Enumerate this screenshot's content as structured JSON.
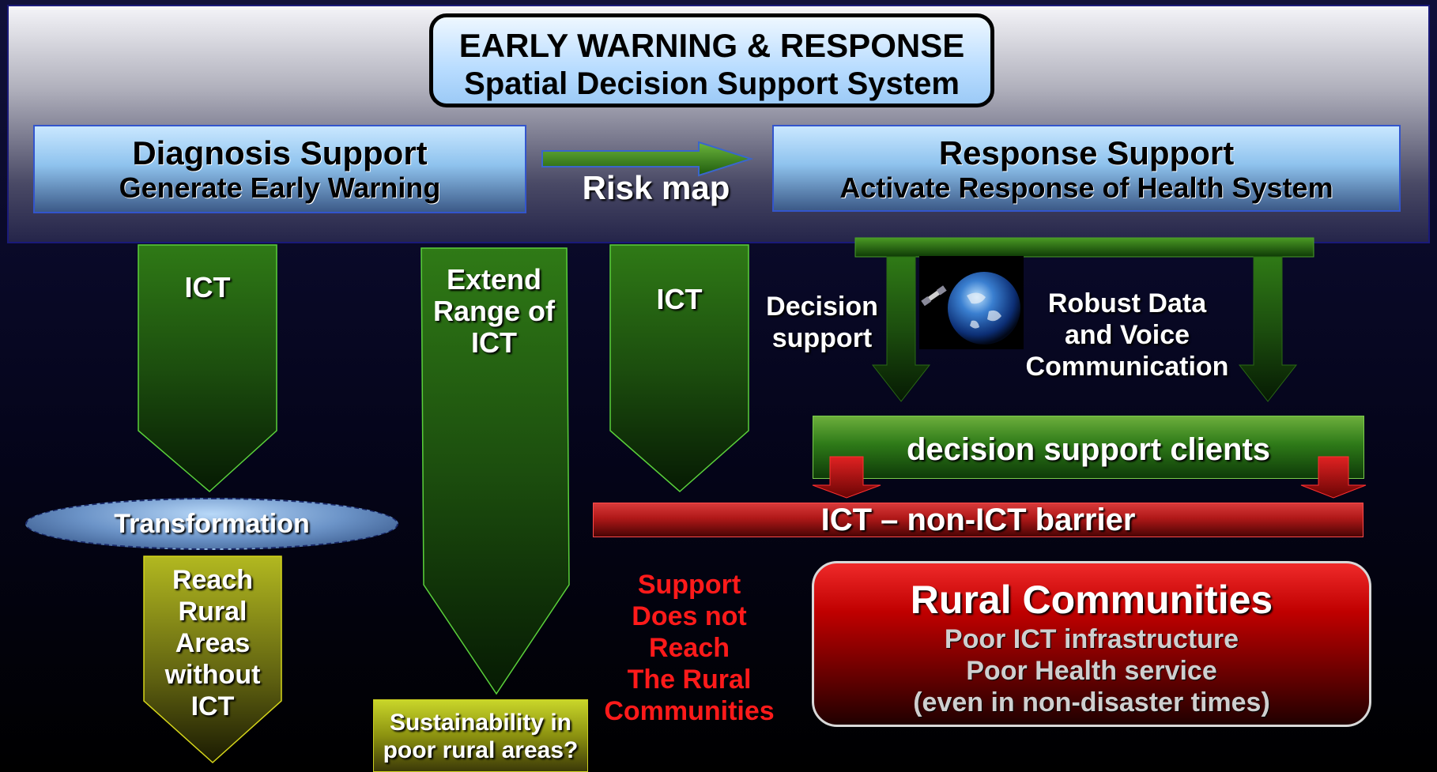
{
  "title": {
    "line1": "EARLY WARNING & RESPONSE",
    "line2": "Spatial Decision Support System"
  },
  "diagnosis": {
    "heading": "Diagnosis Support",
    "sub": "Generate Early Warning"
  },
  "risk_map": "Risk map",
  "response": {
    "heading": "Response Support",
    "sub": "Activate Response of Health System"
  },
  "arrow_ict_1": "ICT",
  "arrow_extend": [
    "Extend",
    "Range of",
    "ICT"
  ],
  "arrow_ict_2": "ICT",
  "decision_support": [
    "Decision",
    "support"
  ],
  "robust": [
    "Robust Data",
    "and Voice",
    "Communication"
  ],
  "transformation": "Transformation",
  "reach_rural": [
    "Reach",
    "Rural",
    "Areas",
    "without",
    "ICT"
  ],
  "sustainability": [
    "Sustainability in",
    "poor rural areas?"
  ],
  "not_reach": [
    "Support",
    "Does not",
    "Reach",
    "The Rural",
    "Communities"
  ],
  "decision_clients": "decision support clients",
  "barrier": "ICT – non-ICT barrier",
  "rural": {
    "heading": "Rural Communities",
    "lines": [
      "Poor ICT infrastructure",
      "Poor Health service",
      "(even in non-disaster times)"
    ]
  },
  "colors": {
    "green": "#2e7a18",
    "red": "#c00000",
    "blue": "#8fc3ee",
    "olive": "#8c9210",
    "red_text": "#ff1a1a"
  },
  "icons": [
    "satellite-icon",
    "globe-icon"
  ]
}
